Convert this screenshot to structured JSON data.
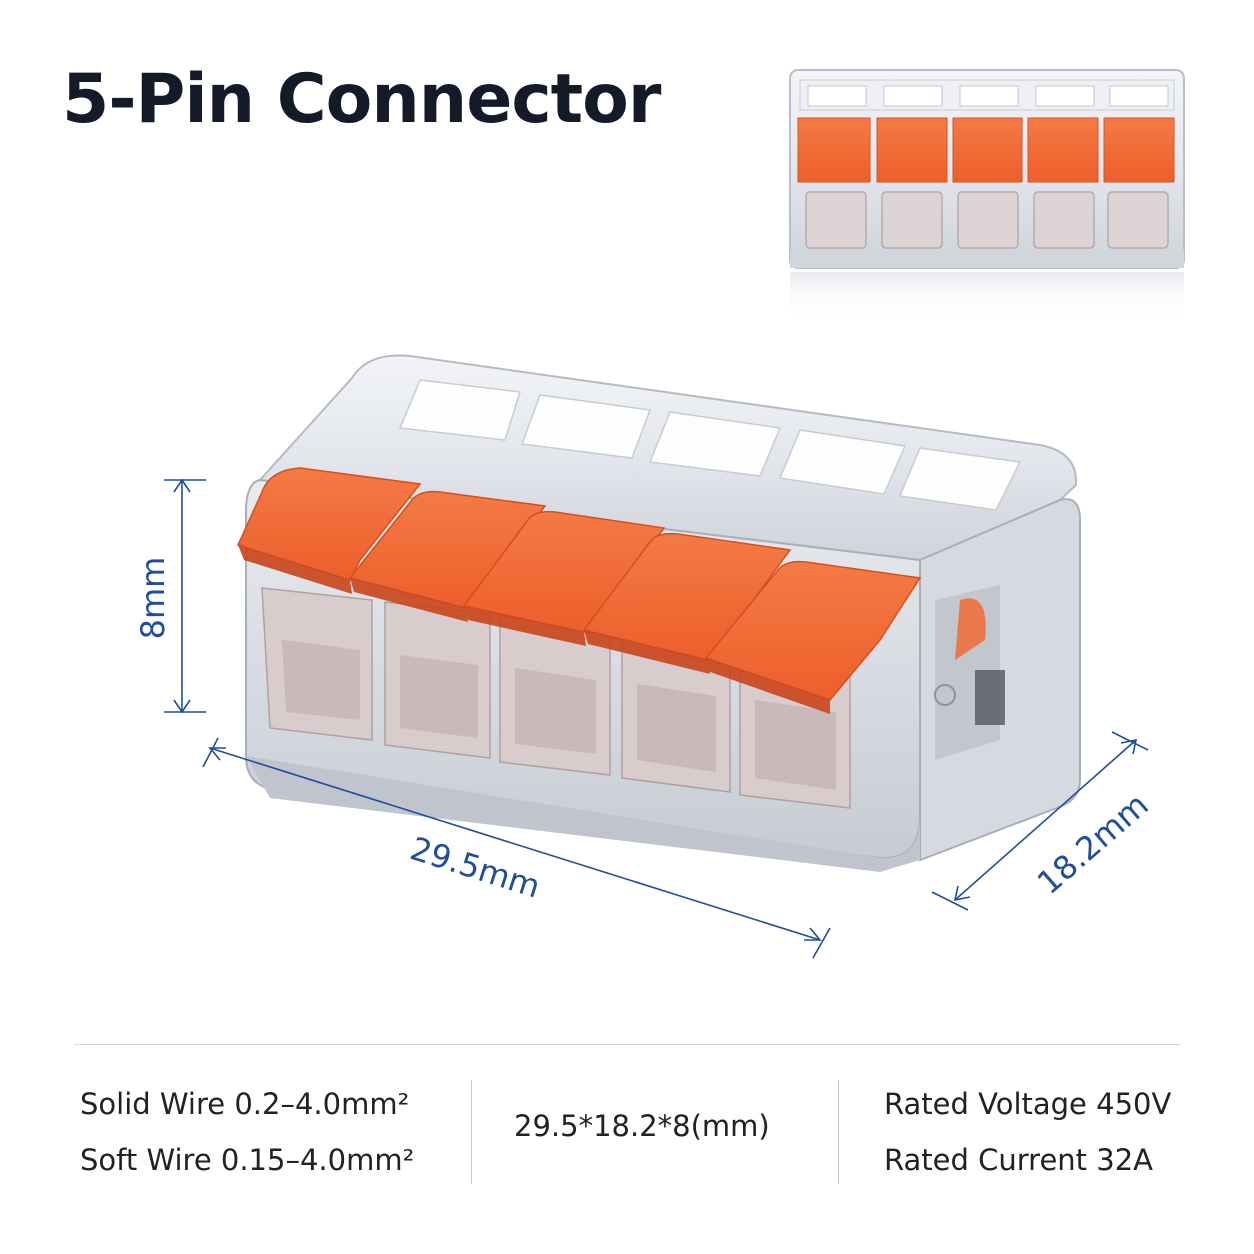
{
  "title": "5-Pin Connector",
  "dimensions": {
    "height": "8mm",
    "length": "29.5mm",
    "width": "18.2mm"
  },
  "specs": {
    "solid_wire": "Solid Wire 0.2–4.0mm²",
    "soft_wire": "Soft Wire 0.15–4.0mm²",
    "size": "29.5*18.2*8(mm)",
    "rated_voltage": "Rated Voltage 450V",
    "rated_current": "Rated Current 32A"
  },
  "colors": {
    "lever": "#f26a35",
    "dimension": "#1f4f9c",
    "title": "#141a28"
  }
}
